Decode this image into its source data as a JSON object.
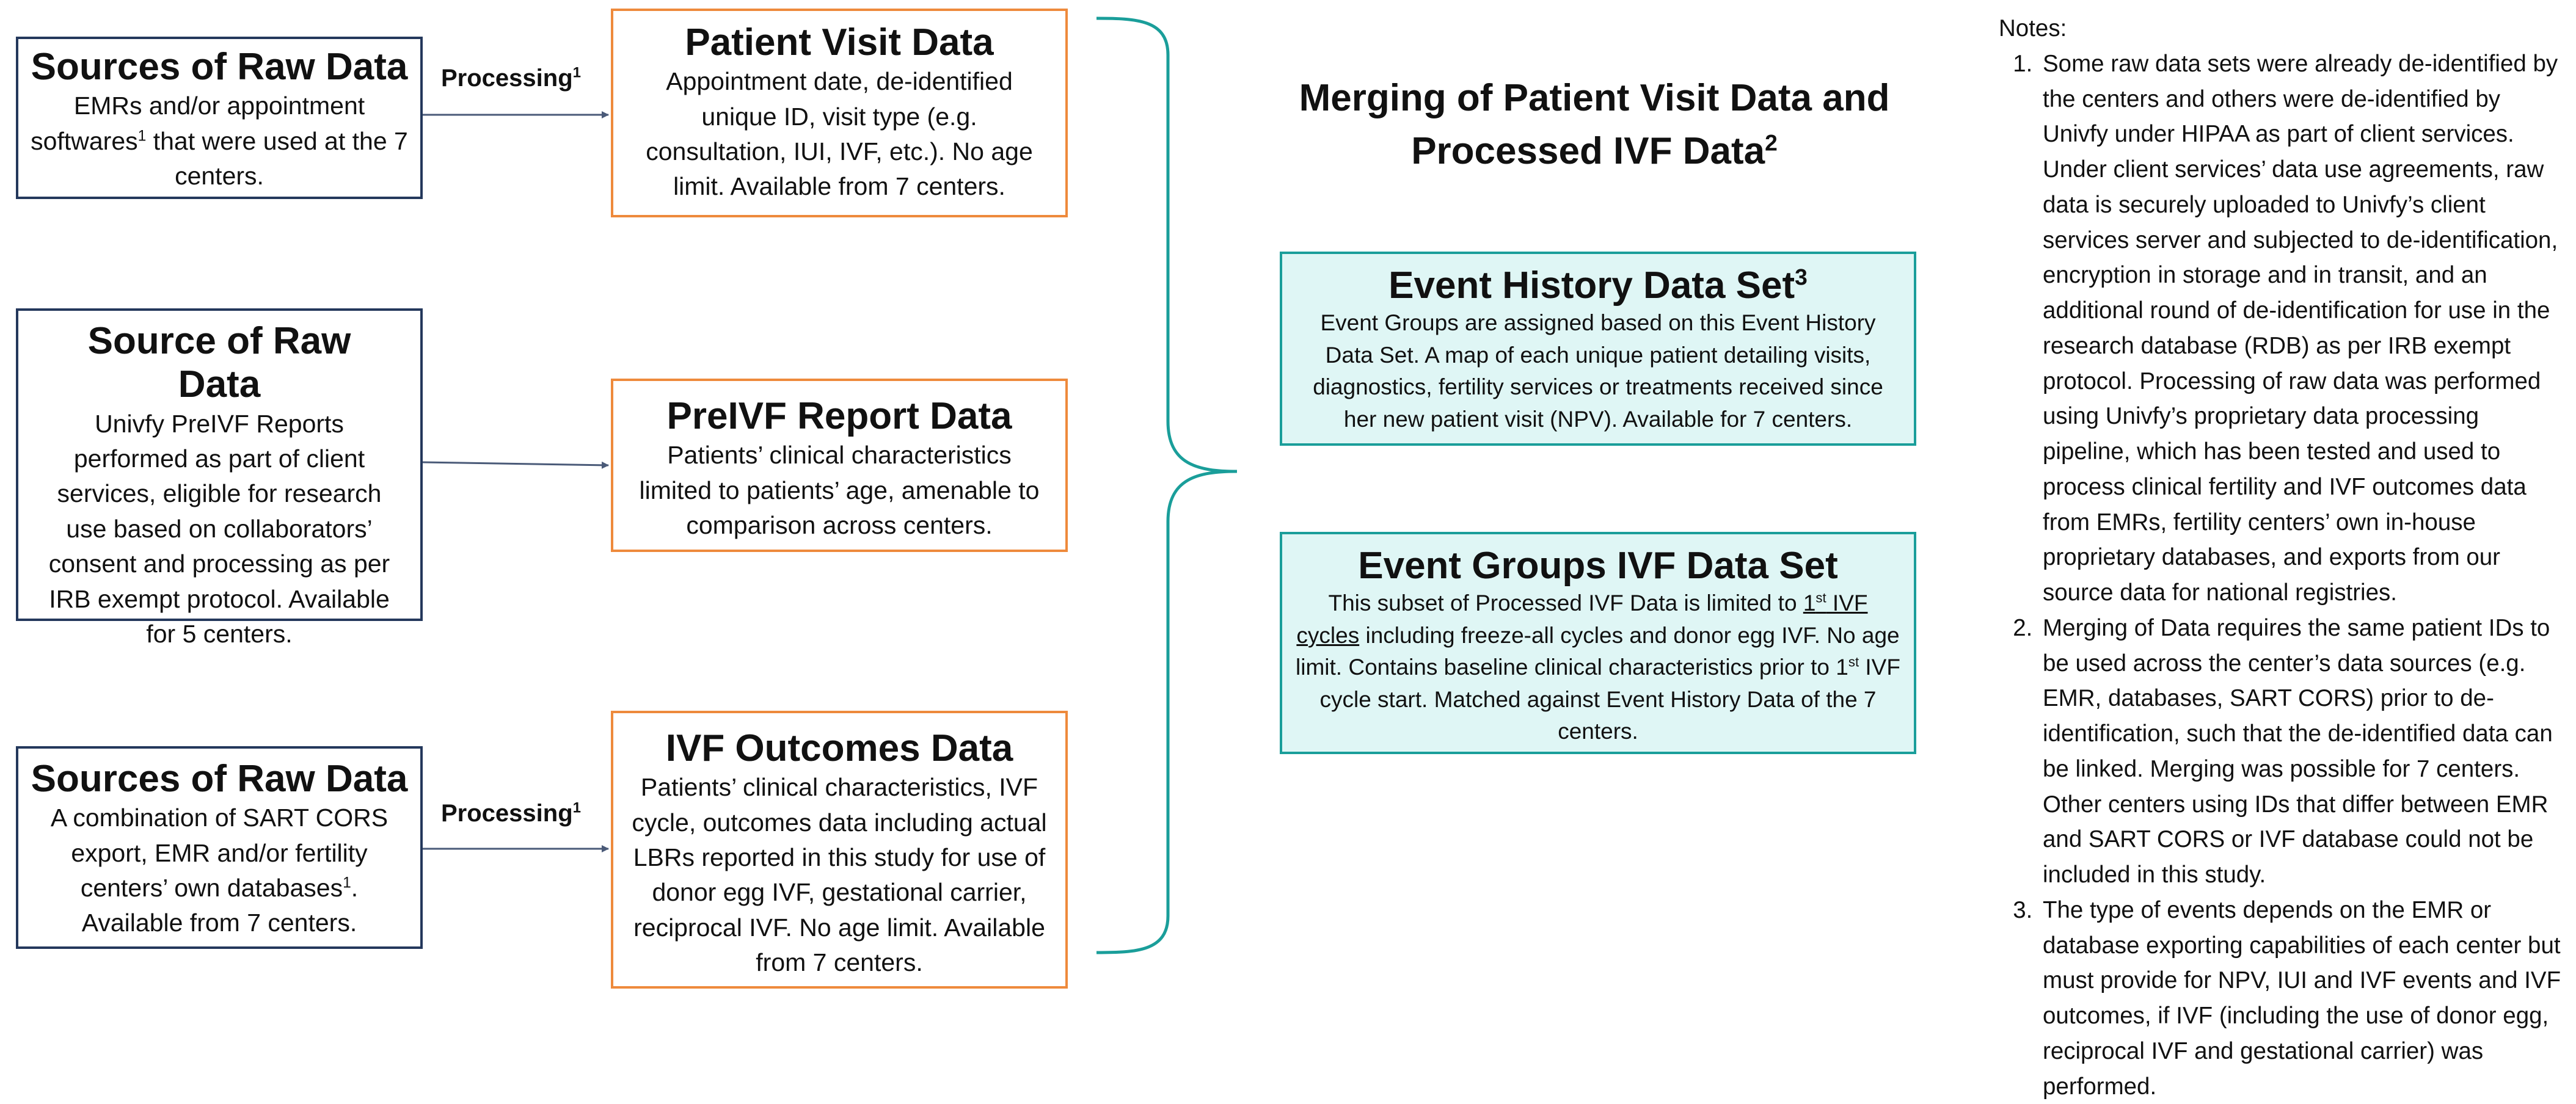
{
  "sources": [
    {
      "title": "Sources of Raw Data",
      "body_pre": "EMRs and/or appointment softwares",
      "body_sup": "1",
      "body_post": " that were used at the 7 centers."
    },
    {
      "title": "Source of Raw Data",
      "body": "Univfy PreIVF Reports performed as part of client services, eligible for research use based on collaborators’ consent and processing as per IRB exempt protocol. Available for 5 centers."
    },
    {
      "title": "Sources of Raw Data",
      "body_pre": "A combination of SART CORS export, EMR and/or fertility centers’ own databases",
      "body_sup": "1",
      "body_post": ". Available from 7 centers."
    }
  ],
  "processing_label": {
    "text": "Processing",
    "sup": "1"
  },
  "processed": [
    {
      "title": "Patient Visit Data",
      "body": "Appointment date, de-identified unique ID, visit type (e.g. consultation, IUI, IVF, etc.). No age limit. Available from 7 centers."
    },
    {
      "title": "PreIVF Report Data",
      "body": "Patients’ clinical characteristics limited to patients’ age, amenable to comparison across centers."
    },
    {
      "title": "IVF Outcomes Data",
      "body": "Patients’ clinical characteristics, IVF cycle, outcomes data including actual LBRs reported in this study for use of donor egg IVF, gestational carrier, reciprocal IVF. No age limit. Available from 7 centers."
    }
  ],
  "merge": {
    "title": "Merging of Patient Visit Data and Processed IVF Data",
    "title_sup": "2"
  },
  "event_history": {
    "title": "Event History Data Set",
    "title_sup": "3",
    "body": "Event Groups are assigned based on this Event History Data Set. A map of each unique patient detailing visits, diagnostics, fertility services or treatments received since her new patient visit (NPV). Available for 7 centers."
  },
  "event_groups": {
    "title": "Event Groups IVF Data Set",
    "body_1": "This subset of Processed IVF Data is limited to ",
    "underline_num": "1",
    "underline_sup": "st",
    "underline_text": " IVF cycles",
    "body_2": " including freeze-all cycles and donor egg IVF. No age limit. Contains baseline clinical characteristics prior to 1",
    "body_2_sup": "st",
    "body_3": " IVF cycle start. Matched against Event History Data of the 7 centers."
  },
  "notes": {
    "heading": "Notes:",
    "items": [
      "Some raw data sets were already de-identified by the centers and others were de-identified by Univfy under HIPAA as part of client services. Under client services’ data use agreements, raw data is securely uploaded to Univfy’s client services server and subjected to de-identification, encryption in storage and in transit, and an additional round of de-identification for use in the research database (RDB) as per IRB exempt protocol. Processing of raw data was performed using Univfy’s proprietary data processing pipeline, which has been tested and used to process clinical fertility and IVF outcomes data from EMRs, fertility centers’ own in-house proprietary databases, and exports from our source data for national registries.",
      "Merging of Data requires the same patient IDs to be used across the center’s data sources (e.g. EMR, databases, SART CORS) prior to de-identification, such that the de-identified data can be linked. Merging was possible for 7 centers. Other centers using IDs that differ between EMR and SART CORS or IVF database could not be included in this study.",
      "The type of events depends on the EMR or database exporting capabilities of each center but must provide for NPV, IUI and IVF events and IVF outcomes, if IVF (including the use of donor egg, reciprocal IVF and gestational carrier) was performed."
    ]
  },
  "colors": {
    "navy": "#24385c",
    "orange": "#ee8a3c",
    "teal": "#1a9e9a",
    "teal_fill": "#dff6f5"
  }
}
